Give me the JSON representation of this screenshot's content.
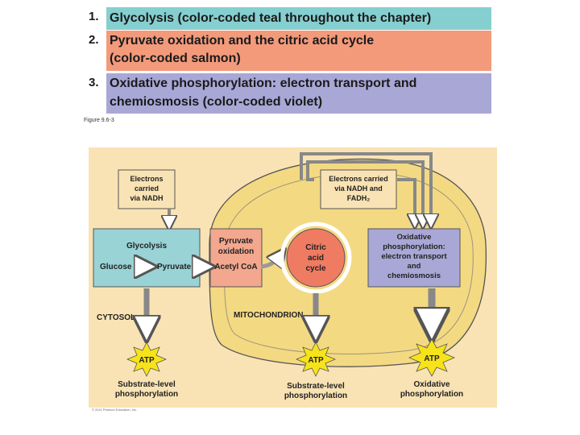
{
  "legend": [
    {
      "number": "1.",
      "lines": [
        "Glycolysis (color-coded teal throughout the chapter)"
      ],
      "color": "#86cfd0"
    },
    {
      "number": "2.",
      "lines": [
        "Pyruvate oxidation and the citric acid cycle",
        "(color-coded salmon)"
      ],
      "color": "#f39a7b"
    },
    {
      "number": "3.",
      "lines": [
        "Oxidative phosphorylation: electron transport and",
        "chemiosmosis (color-coded violet)"
      ],
      "color": "#a9a7d6"
    }
  ],
  "figure_label": "Figure 9.6-3",
  "diagram": {
    "nadh_box": [
      "Electrons",
      "carried",
      "via NADH"
    ],
    "nadh_fadh2_box": [
      "Electrons carried",
      "via NADH and",
      "FADH₂"
    ],
    "glycolysis": {
      "title": "Glycolysis",
      "glucose": "Glucose",
      "pyruvate": "Pyruvate"
    },
    "pyruvate_oxidation": {
      "title": [
        "Pyruvate",
        "oxidation"
      ],
      "acetyl": "Acetyl CoA"
    },
    "citric_acid": [
      "Citric",
      "acid",
      "cycle"
    ],
    "oxphos": [
      "Oxidative",
      "phosphorylation:",
      "electron transport",
      "and",
      "chemiosmosis"
    ],
    "cytosol": "CYTOSOL",
    "mitochondrion": "MITOCHONDRION",
    "atp": "ATP",
    "captions": [
      [
        "Substrate-level",
        "phosphorylation"
      ],
      [
        "Substrate-level",
        "phosphorylation"
      ],
      [
        "Oxidative",
        "phosphorylation"
      ]
    ],
    "colors": {
      "cytosol_bg": "#f9e3b4",
      "mito_fill": "#f4d983",
      "glycolysis": "#99d3d5",
      "pyruvate_ox": "#f3a78e",
      "citric": "#f07b63",
      "oxphos": "#a9a7d6",
      "label_box": "#f9e3b4",
      "atp": "#f7e319"
    }
  },
  "copyright": "© 2011 Pearson Education, Inc."
}
